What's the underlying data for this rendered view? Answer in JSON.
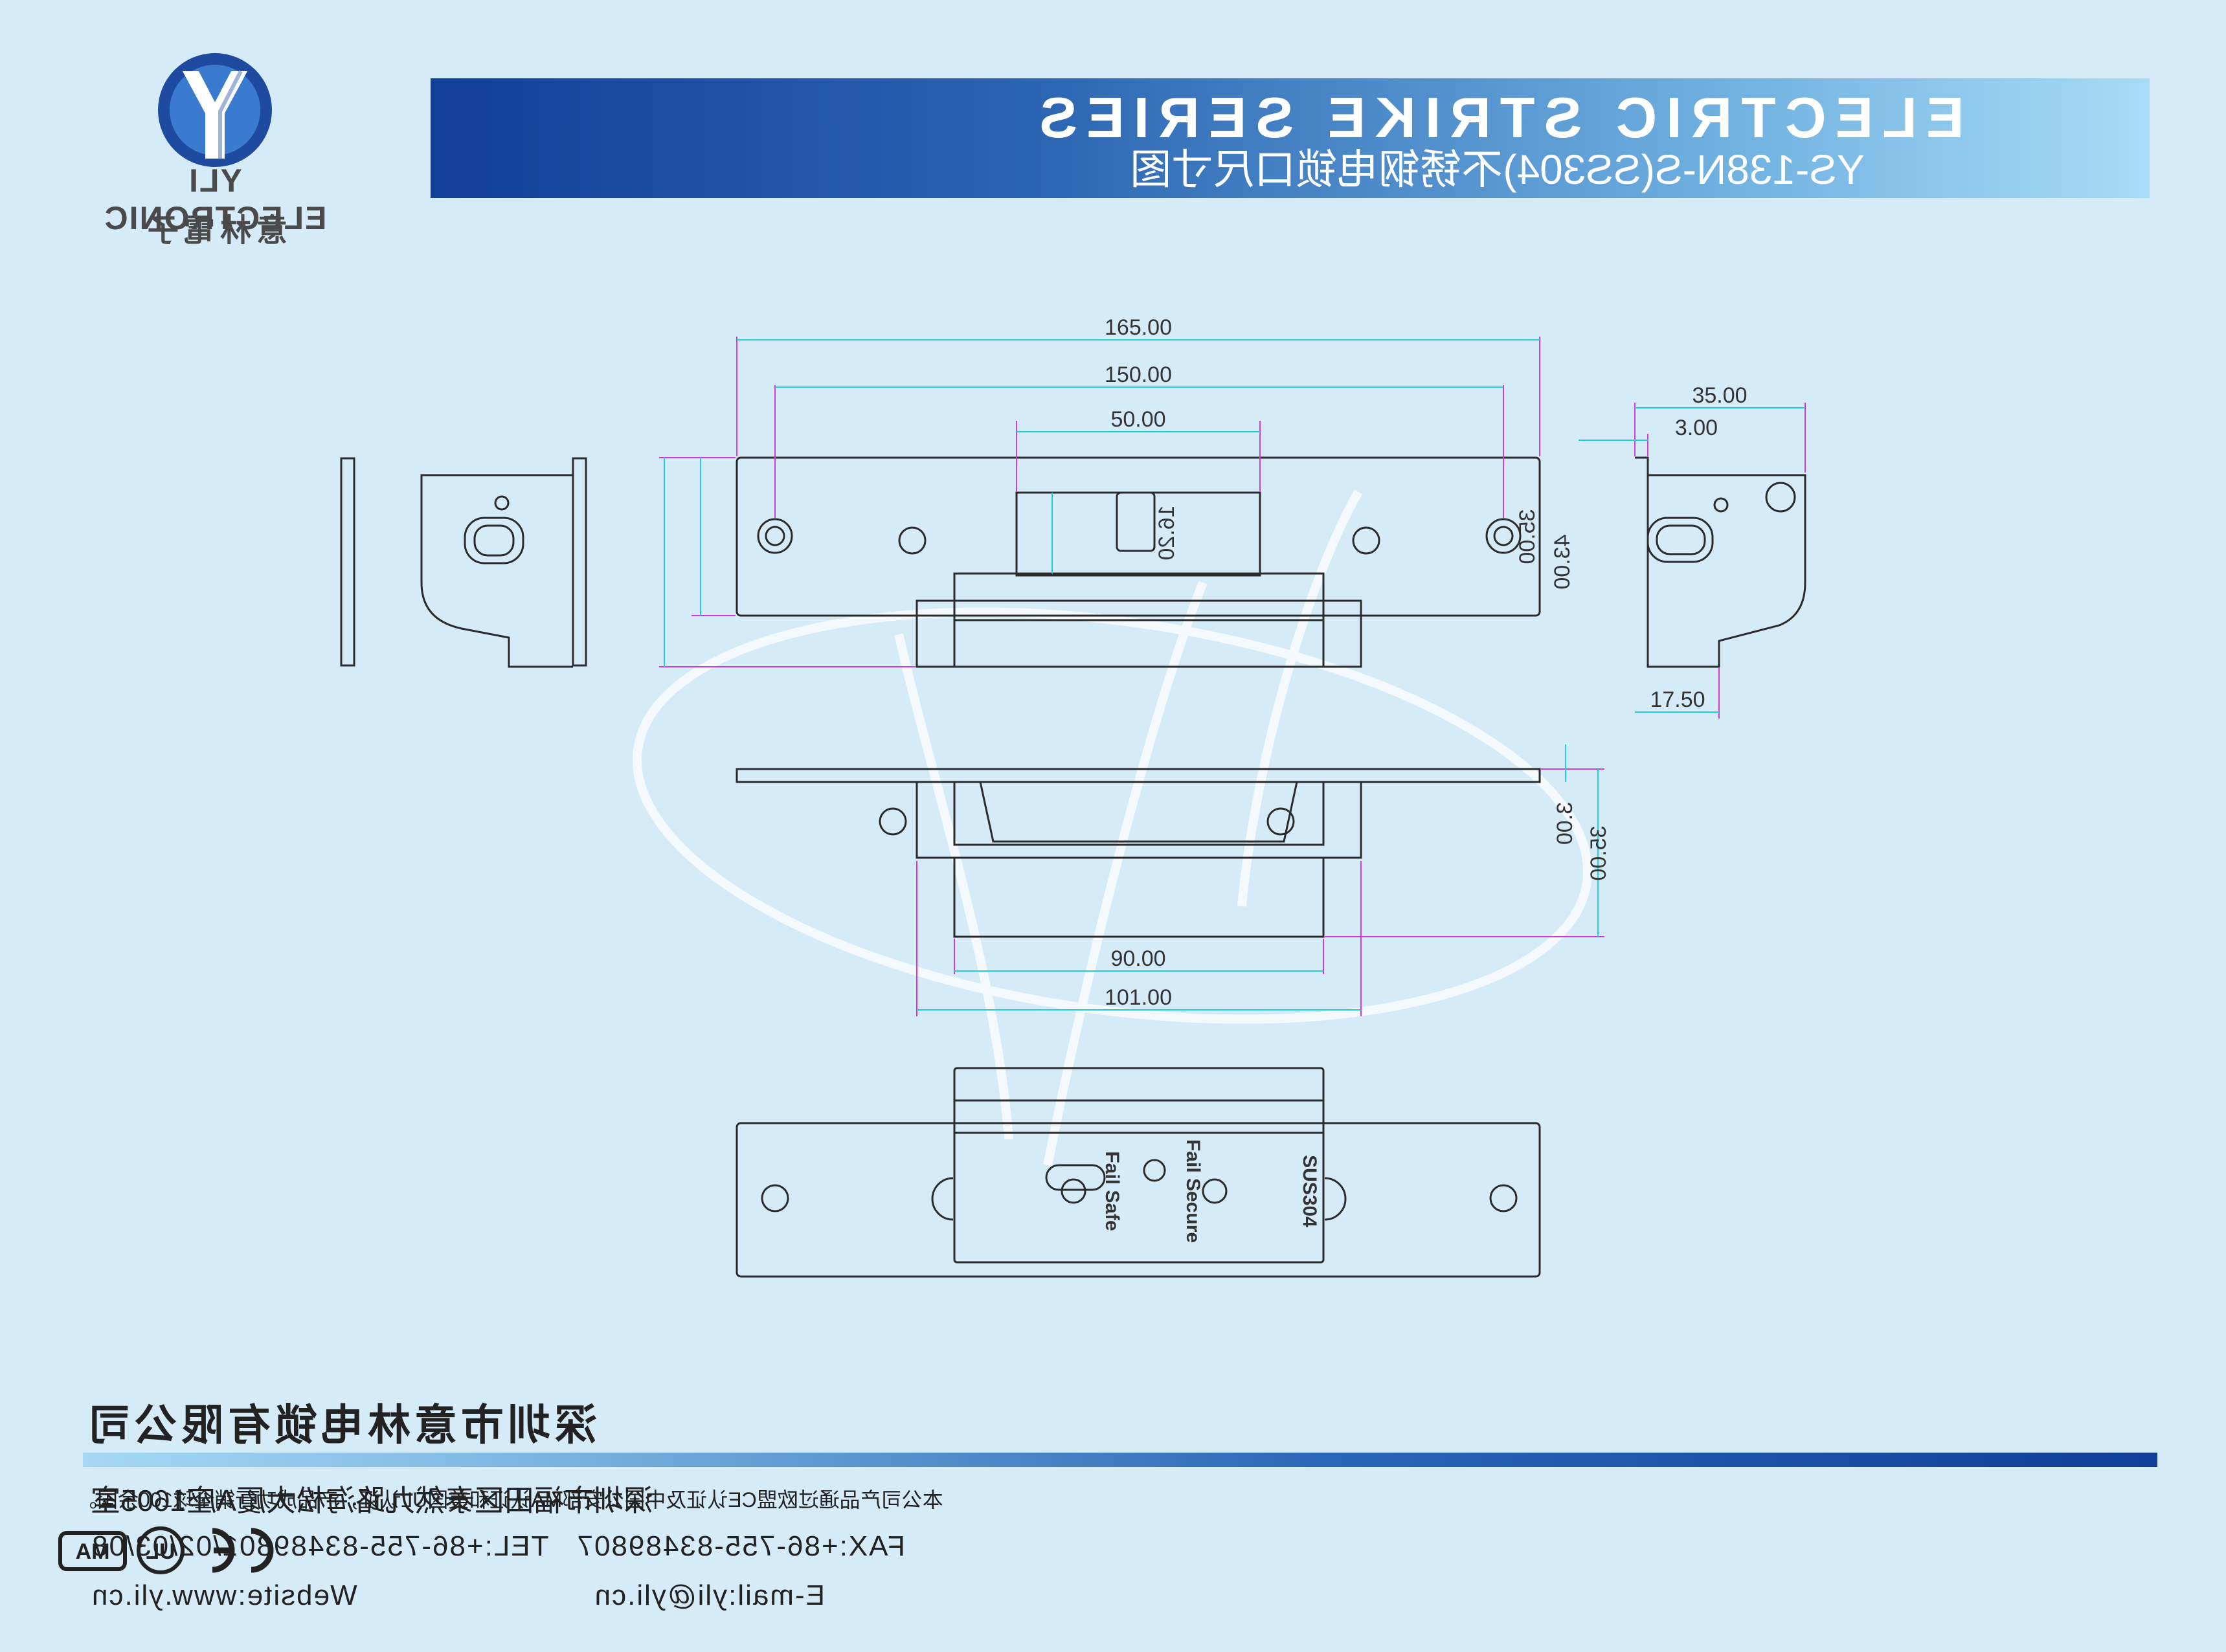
{
  "header": {
    "title": "ELECTRIC STRIKE SERIES",
    "subtitle": "YS-138N-S(SS304)不锈钢电锁口尺寸图"
  },
  "logo": {
    "name_en": "YLI ELECTRONIC",
    "name_cn": "意林電子"
  },
  "dimensions": {
    "top_overall": "165.00",
    "top_holes": "150.00",
    "top_center": "50.00",
    "top_tongue": "16.20",
    "top_height_plate": "35.00",
    "top_height_total": "43.00",
    "side_depth": "35.00",
    "side_flange": "3.00",
    "side_bottom": "17.50",
    "mid_offset": "3.00",
    "mid_height": "35.00",
    "mid_inner": "90.00",
    "mid_outer": "101.00"
  },
  "back_labels": {
    "material": "SUS304",
    "fail_secure": "Fail Secure",
    "fail_safe": "Fail Safe"
  },
  "footer": {
    "company": "深圳市意林电锁有限公司",
    "address": "深圳市福田区泰然九路海松大厦A座1605室",
    "tel": "TEL:+86-755-83489801/02/03/08",
    "fax": "FAX:+86-755-83489807",
    "website": "Website:www.yli.cn",
    "email": "E-mail:yli@yli.cn",
    "cert_text": "本公司产品通过欧盟CE认证及中国公安部MA认证和美国UL认证，产品成功行销全球100余国。"
  },
  "colors": {
    "dimension_line": "#1fd0d8",
    "extension_line": "#d33ad6",
    "outline": "#2b2b2b",
    "header_dark": "#123f98",
    "header_light": "#a8dcf6"
  }
}
